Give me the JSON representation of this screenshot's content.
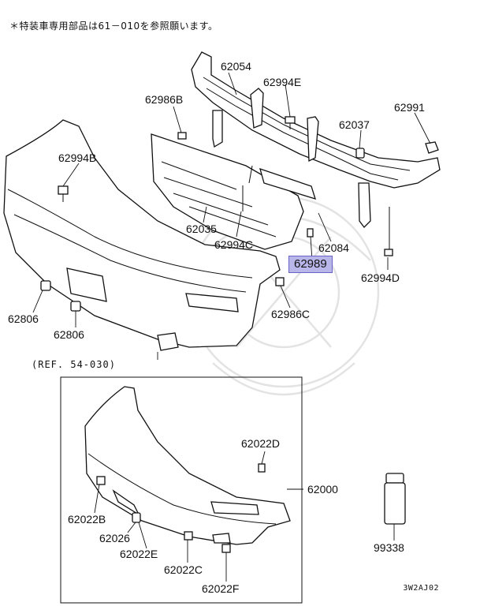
{
  "note": "＊特装車専用部品は61－010を参照願います。",
  "reference": "(REF. 54-030)",
  "drawing_code": "3W2AJ02",
  "highlight_color": "#b9b6e9",
  "labels": {
    "p62054": "62054",
    "p62994E": "62994E",
    "p62986B": "62986B",
    "p62991": "62991",
    "p62037": "62037",
    "p62994B": "62994B",
    "p62035": "62035",
    "p62994C": "62994C",
    "p62084": "62084",
    "p62989": "62989",
    "p62994D": "62994D",
    "p62986C": "62986C",
    "p62806a": "62806",
    "p62806b": "62806",
    "p62022D": "62022D",
    "p62000": "62000",
    "p62022B": "62022B",
    "p62026": "62026",
    "p62022E": "62022E",
    "p62022C": "62022C",
    "p62022F": "62022F",
    "p99338": "99338"
  }
}
